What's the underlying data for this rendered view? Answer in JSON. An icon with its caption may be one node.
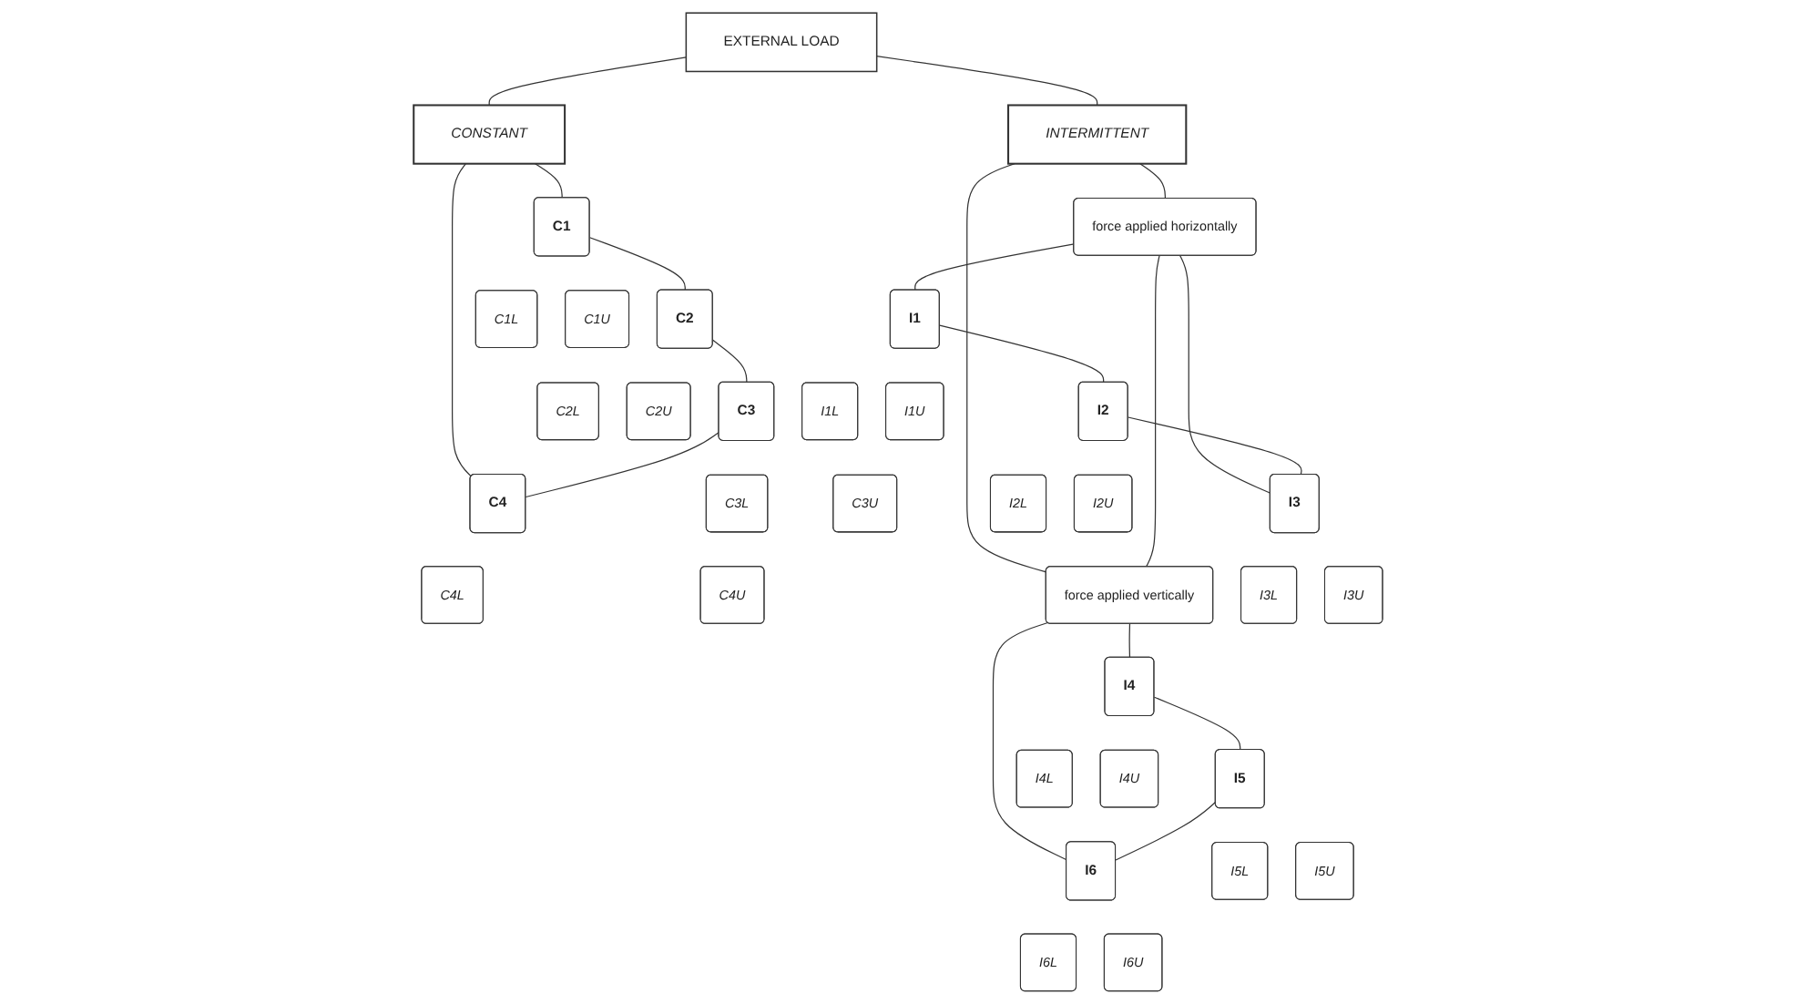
{
  "diagram": {
    "nodes": [
      {
        "text": [
          "EXTERNAL LOAD"
        ]
      },
      {
        "text": [
          "CONSTANT"
        ]
      },
      {
        "text": [
          "C1"
        ]
      },
      {
        "text": [
          "C2"
        ]
      },
      {
        "text": [
          "C3"
        ]
      },
      {
        "text": [
          "C4"
        ]
      },
      {
        "text": [
          "C1L"
        ]
      },
      {
        "text": [
          "C1U"
        ]
      },
      {
        "text": [
          "C2L"
        ]
      },
      {
        "text": [
          "C2U"
        ]
      },
      {
        "text": [
          "C3L"
        ]
      },
      {
        "text": [
          "C3U"
        ]
      },
      {
        "text": [
          "C4L"
        ]
      },
      {
        "text": [
          "C4U"
        ]
      },
      {
        "text": [
          "INTERMITTENT"
        ]
      },
      {
        "text": [
          "force applied horizontally"
        ]
      },
      {
        "text": [
          "force applied vertically"
        ]
      },
      {
        "text": [
          "I1"
        ]
      },
      {
        "text": [
          "I2"
        ]
      },
      {
        "text": [
          "I3"
        ]
      },
      {
        "text": [
          "I4"
        ]
      },
      {
        "text": [
          "I5"
        ]
      },
      {
        "text": [
          "I6"
        ]
      },
      {
        "text": [
          "I1L"
        ]
      },
      {
        "text": [
          "I1U"
        ]
      },
      {
        "text": [
          "I2L"
        ]
      },
      {
        "text": [
          "I2U"
        ]
      },
      {
        "text": [
          "I3L"
        ]
      },
      {
        "text": [
          "I3U"
        ]
      },
      {
        "text": [
          "I4L"
        ]
      },
      {
        "text": [
          "I4U"
        ]
      },
      {
        "text": [
          "I5L"
        ]
      },
      {
        "text": [
          "I5U"
        ]
      },
      {
        "text": [
          "I6L"
        ]
      },
      {
        "text": [
          "I6U"
        ]
      }
    ],
    "edges": [
      {
        "from": 0,
        "to": 1,
        "arrow": "none"
      },
      {
        "from": 0,
        "to": 14,
        "arrow": "none"
      },
      {
        "from": 1,
        "to": 2,
        "arrow": "none"
      },
      {
        "from": 1,
        "to": 5,
        "arrow": "none"
      },
      {
        "from": 2,
        "to": 3,
        "arrow": "none"
      },
      {
        "from": 3,
        "to": 4,
        "arrow": "none"
      },
      {
        "from": 4,
        "to": 5,
        "arrow": "none"
      },
      {
        "from": 14,
        "to": 15,
        "arrow": "none"
      },
      {
        "from": 14,
        "to": 16,
        "arrow": "none"
      },
      {
        "from": 15,
        "to": 16,
        "arrow": "none"
      },
      {
        "from": 15,
        "to": 17,
        "arrow": "none"
      },
      {
        "from": 15,
        "to": 19,
        "arrow": "none"
      },
      {
        "from": 17,
        "to": 18,
        "arrow": "none"
      },
      {
        "from": 18,
        "to": 19,
        "arrow": "none"
      },
      {
        "from": 16,
        "to": 20,
        "arrow": "none"
      },
      {
        "from": 16,
        "to": 22,
        "arrow": "none"
      },
      {
        "from": 20,
        "to": 21,
        "arrow": "none"
      },
      {
        "from": 21,
        "to": 22,
        "arrow": "none"
      }
    ]
  }
}
